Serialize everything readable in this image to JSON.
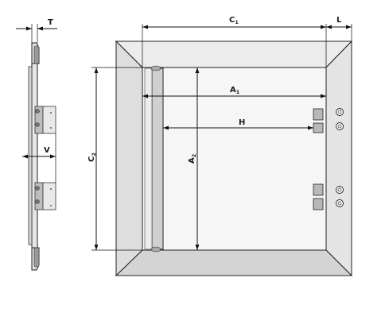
{
  "drawing": {
    "type": "technical-drawing",
    "views": [
      "side-view",
      "front-view"
    ],
    "dimensions": {
      "T": "T",
      "L": "L",
      "V": "V",
      "H": "H",
      "C1": {
        "base": "C",
        "sub": "1"
      },
      "C2": {
        "base": "C",
        "sub": "2"
      },
      "A1": {
        "base": "A",
        "sub": "1"
      },
      "A2": {
        "base": "A",
        "sub": "2"
      }
    },
    "colors": {
      "frame_light": "#ececec",
      "frame_mid": "#dcdcdc",
      "frame_dark": "#c8c8c8",
      "panel": "#f4f4f4",
      "line": "#111111"
    }
  }
}
